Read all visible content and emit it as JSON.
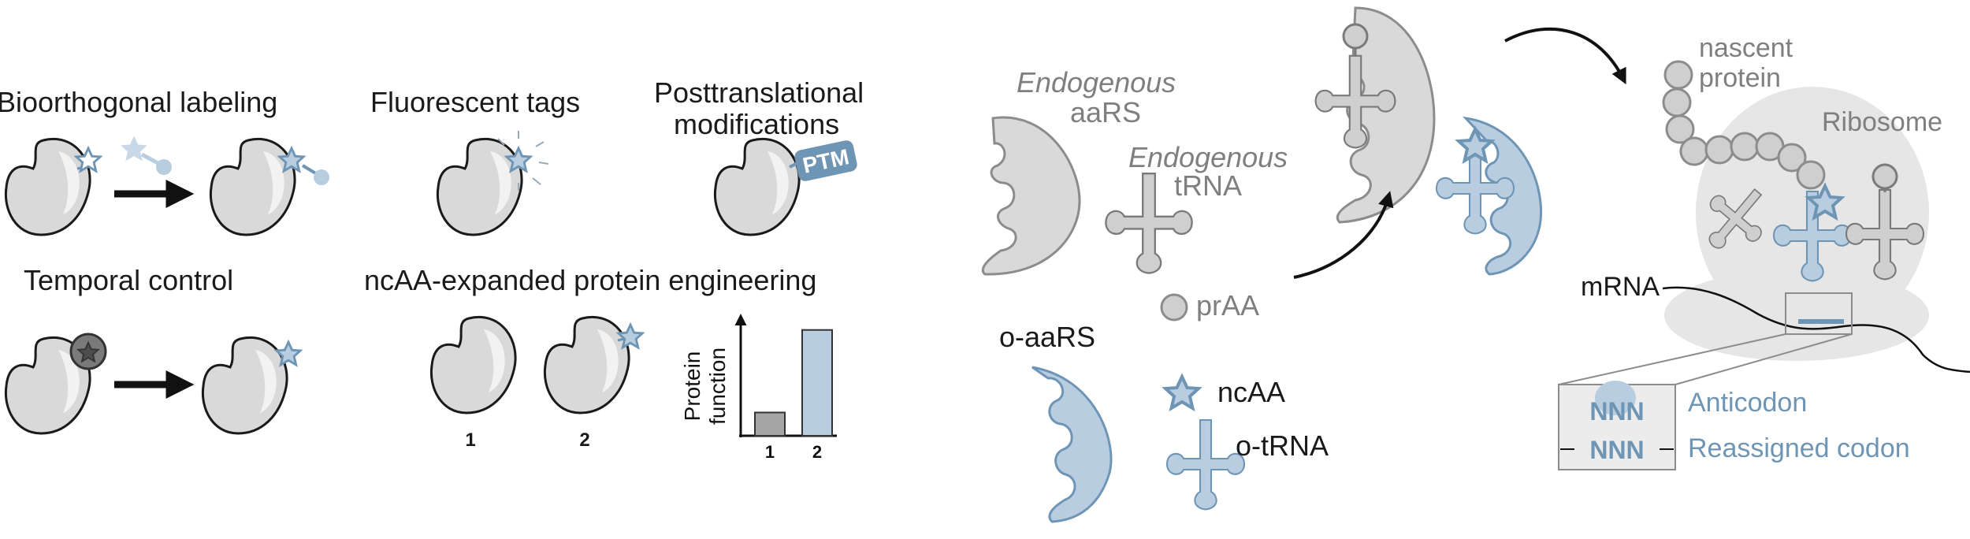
{
  "left_panel": {
    "bioorthogonal": "Bioorthogonal labeling",
    "fluorescent": "Fluorescent tags",
    "ptm_line1": "Posttranslational",
    "ptm_line2": "modifications",
    "ptm_tag": "PTM",
    "temporal": "Temporal control",
    "engineering": "ncAA-expanded protein engineering",
    "protein_label_1": "1",
    "protein_label_2": "2"
  },
  "chart_data": {
    "type": "bar",
    "categories": [
      "1",
      "2"
    ],
    "values": [
      0.22,
      1.0
    ],
    "ylabel_line1": "Protein",
    "ylabel_line2": "function",
    "ylim": [
      0,
      1.05
    ],
    "colors": [
      "#a6a6a6",
      "#b8cde0"
    ]
  },
  "right_panel": {
    "endogenous_aars_line1": "Endogenous",
    "endogenous_aars_line2": "aaRS",
    "endogenous_trna_line1": "Endogenous",
    "endogenous_trna_line2": "tRNA",
    "praa": "prAA",
    "o_aars": "o-aaRS",
    "ncaa": "ncAA",
    "o_trna": "o-tRNA",
    "nascent_line1": "nascent",
    "nascent_line2": "protein",
    "ribosome": "Ribosome",
    "mrna": "mRNA",
    "codon_top": "NNN",
    "codon_bottom": "NNN",
    "anticodon": "Anticodon",
    "reassigned_codon": "Reassigned codon"
  },
  "colors": {
    "gray_fill": "#d9d9d9",
    "gray_stroke": "#8c8c8c",
    "blue_fill": "#b8cde0",
    "blue_stroke": "#6f95b5",
    "text_blue": "#6f95b5",
    "text_gray": "#7f7f7f"
  }
}
